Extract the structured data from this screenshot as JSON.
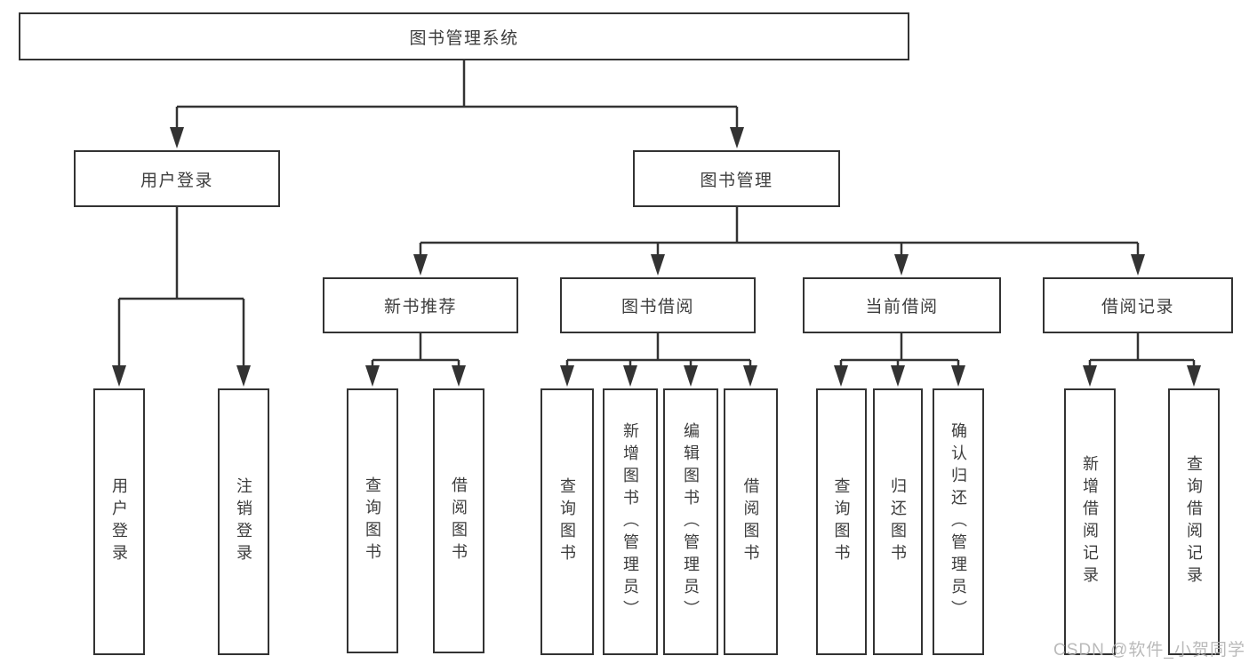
{
  "page": {
    "watermark": "CSDN @软件_小贺同学",
    "colors": {
      "background": "#ffffff",
      "line": "#333333",
      "text": "#3d3d3d",
      "watermark": "#b3b3b3"
    }
  },
  "diagram": {
    "root": {
      "label": "图书管理系统",
      "children": [
        {
          "label": "用户登录",
          "children": [
            {
              "label": "用户登录"
            },
            {
              "label": "注销登录"
            }
          ]
        },
        {
          "label": "图书管理",
          "children": [
            {
              "label": "新书推荐",
              "children": [
                {
                  "label": "查询图书"
                },
                {
                  "label": "借阅图书"
                }
              ]
            },
            {
              "label": "图书借阅",
              "children": [
                {
                  "label": "查询图书"
                },
                {
                  "label": "新增图书（管理员）"
                },
                {
                  "label": "编辑图书（管理员）"
                },
                {
                  "label": "借阅图书"
                }
              ]
            },
            {
              "label": "当前借阅",
              "children": [
                {
                  "label": "查询图书"
                },
                {
                  "label": "归还图书"
                },
                {
                  "label": "确认归还（管理员）"
                }
              ]
            },
            {
              "label": "借阅记录",
              "children": [
                {
                  "label": "新增借阅记录"
                },
                {
                  "label": "查询借阅记录"
                }
              ]
            }
          ]
        }
      ]
    }
  }
}
